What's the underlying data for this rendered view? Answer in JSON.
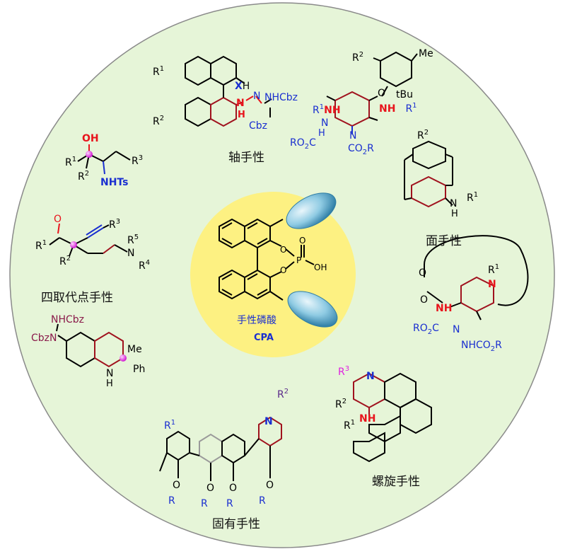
{
  "center": {
    "catalyst_cn": "手性磷酸",
    "catalyst_en": "CPA",
    "atoms": {
      "P": "P",
      "O": "O",
      "OH": "OH"
    }
  },
  "categories": [
    {
      "id": "axial",
      "label": "轴手性"
    },
    {
      "id": "planar",
      "label": "面手性"
    },
    {
      "id": "helical",
      "label": "螺旋手性"
    },
    {
      "id": "inherent",
      "label": "固有手性"
    },
    {
      "id": "quaternary",
      "label": "四取代点手性"
    }
  ],
  "structure_labels": {
    "axial_left": {
      "r1": "R",
      "r1sup": "1",
      "r2": "R",
      "r2sup": "2",
      "xh_x": "X",
      "xh_h": "H",
      "nh_n": "N",
      "nh_h": "H",
      "n2": "N",
      "nhcbz": "NHCbz",
      "cbz": "Cbz"
    },
    "axial_right": {
      "r2": "R",
      "r2sup": "2",
      "me": "Me",
      "o": "O",
      "tbu": "tBu",
      "r1nh_r": "R",
      "r1nh_sup": "1",
      "r1nh_n": "N",
      "r1nh_h": "H",
      "nr1_n": "N",
      "nr1_h": "H",
      "nr1_r": "R",
      "nr1_sup": "1",
      "ro2c": "RO",
      "ro2c_sub": "2",
      "ro2c_c": "C",
      "n_a": "N",
      "n_b": "N",
      "h": "H",
      "co2r": "CO",
      "co2r_sub": "2",
      "co2r_r": "R"
    },
    "quaternary_top": {
      "oh": "OH",
      "r1": "R",
      "r1sup": "1",
      "r2": "R",
      "r2sup": "2",
      "r3": "R",
      "r3sup": "3",
      "nhts": "NHTs"
    },
    "quaternary_mid": {
      "o": "O",
      "r1": "R",
      "r1sup": "1",
      "r2": "R",
      "r2sup": "2",
      "r3": "R",
      "r3sup": "3",
      "r4": "R",
      "r4sup": "4",
      "r5": "R",
      "r5sup": "5",
      "n": "N"
    },
    "quaternary_bottom": {
      "nhcbz": "NHCbz",
      "cbzn": "CbzN",
      "me": "Me",
      "ph": "Ph",
      "nh": "N",
      "h": "H"
    },
    "planar_top": {
      "r2": "R",
      "r2sup": "2",
      "n": "N",
      "h": "H",
      "r1": "R",
      "r1sup": "1"
    },
    "planar_bottom": {
      "o": "O",
      "r1": "R",
      "r1sup": "1",
      "n": "N",
      "nh": "NH",
      "ro2c": "RO",
      "ro2c_sub": "2",
      "ro2c_c": "C",
      "n2": "N",
      "nhco2r": "NHCO",
      "nhco2r_sub": "2",
      "nhco2r_r": "R"
    },
    "helical": {
      "r3": "R",
      "r3sup": "3",
      "n": "N",
      "r2": "R",
      "r2sup": "2",
      "nh": "NH",
      "r1": "R",
      "r1sup": "1"
    },
    "inherent": {
      "r1": "R",
      "r1sup": "1",
      "r2": "R",
      "r2sup": "2",
      "n": "N",
      "o": "O",
      "r": "R"
    }
  },
  "colors": {
    "outer_circle": "#e6f5d8",
    "inner_circle": "#fdf182",
    "dark_red": "#a0121e",
    "red": "#e8141c",
    "blue": "#1a2fd0",
    "magenta": "#e020e0",
    "purple": "#5a2a8a"
  }
}
